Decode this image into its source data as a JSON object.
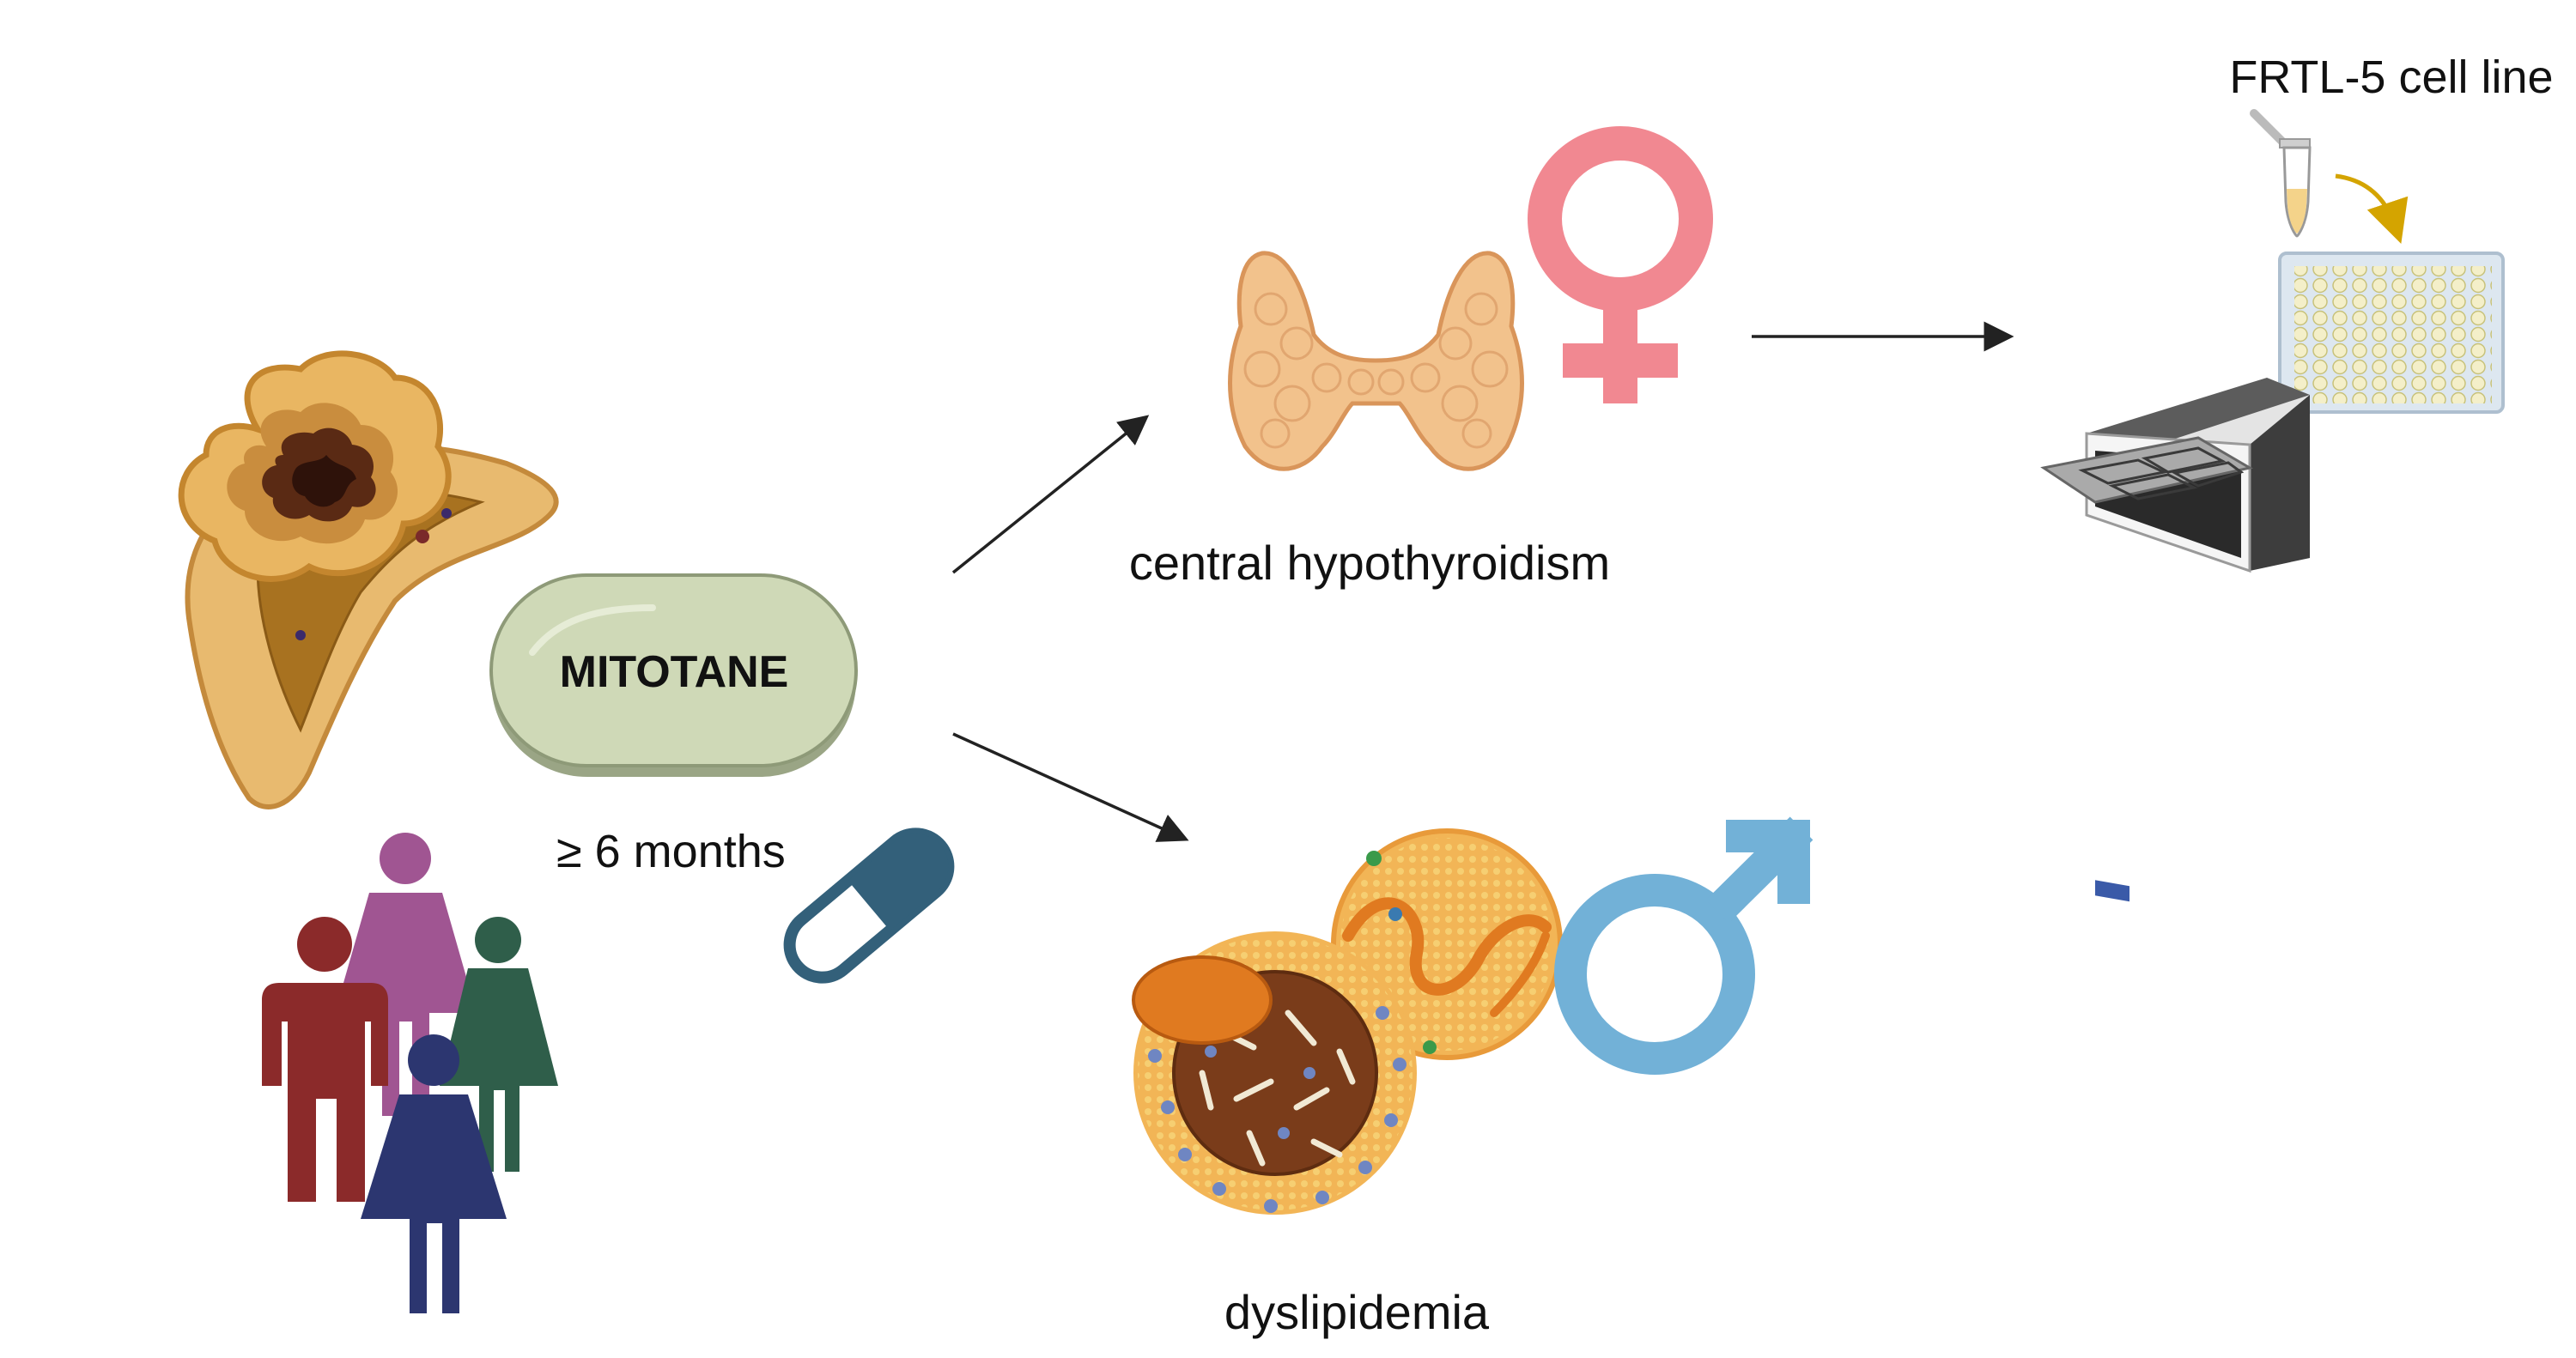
{
  "drug": {
    "name": "MITOTANE",
    "duration": "≥ 6 months"
  },
  "outcomes": {
    "thyroid": "central hypothyroidism",
    "lipid": "dyslipidemia"
  },
  "experiment": {
    "model": "FRTL-5 cell line"
  },
  "colors": {
    "pill_fill": "#cfd9b7",
    "capsule": "#33607a",
    "female_symbol": "#f18891",
    "male_symbol": "#72b1d7",
    "person_red": "#8b2a2a",
    "person_purple": "#a05592",
    "person_green": "#2f5e4a",
    "person_navy": "#2c3670",
    "adrenal": "#e8ba6f",
    "tumor_dark": "#5a2a14",
    "thyroid": "#f2c28c",
    "arrow": "#222222",
    "plate_arrow": "#d4a400"
  }
}
